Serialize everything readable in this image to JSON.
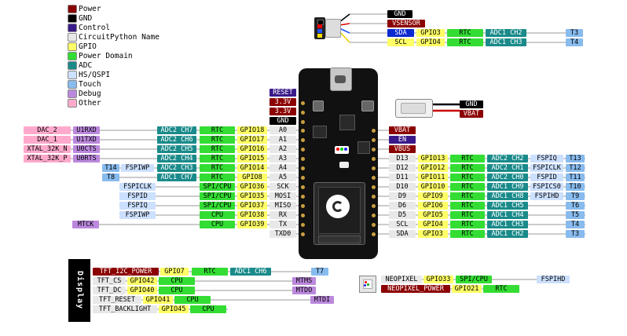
{
  "legend": [
    {
      "label": "Power",
      "color": "#8b0000"
    },
    {
      "label": "GND",
      "color": "#000000"
    },
    {
      "label": "Control",
      "color": "#3a1a8a"
    },
    {
      "label": "CircuitPython Name",
      "color": "#e8e8e8"
    },
    {
      "label": "GPIO",
      "color": "#ffff66"
    },
    {
      "label": "Power Domain",
      "color": "#33dd33"
    },
    {
      "label": "ADC",
      "color": "#1a8a8a"
    },
    {
      "label": "HS/QSPI",
      "color": "#cce0ff"
    },
    {
      "label": "Touch",
      "color": "#88bbee"
    },
    {
      "label": "Debug",
      "color": "#bb88dd"
    },
    {
      "label": "Other",
      "color": "#ffaacc"
    }
  ],
  "stemma": {
    "GND": "GND",
    "VSENSOR": "VSENSOR",
    "SDA": [
      "SDA",
      "GPIO3",
      "RTC",
      "ADC1 CH2",
      "T3"
    ],
    "SCL": [
      "SCL",
      "GPIO4",
      "RTC",
      "ADC1 CH3",
      "T4"
    ]
  },
  "battery": {
    "GND": "GND",
    "VBAT": "VBAT"
  },
  "left_header": [
    "RESET",
    "3.3V",
    "3.3V",
    "GND"
  ],
  "left_rows": [
    {
      "name": "A0",
      "gpio": "GPIO18",
      "pd": "RTC",
      "adc": "ADC2 CH7",
      "extra": "U1RXD",
      "other": "DAC_2"
    },
    {
      "name": "A1",
      "gpio": "GPIO17",
      "pd": "RTC",
      "adc": "ADC2 CH6",
      "extra": "U1TXD",
      "other": "DAC_1"
    },
    {
      "name": "A2",
      "gpio": "GPIO16",
      "pd": "RTC",
      "adc": "ADC2 CH5",
      "extra": "U0CTS",
      "other": "XTAL_32K_N"
    },
    {
      "name": "A3",
      "gpio": "GPIO15",
      "pd": "RTC",
      "adc": "ADC2 CH4",
      "extra": "U0RTS",
      "other": "XTAL_32K_P"
    },
    {
      "name": "A4",
      "gpio": "GPIO14",
      "pd": "RTC",
      "adc": "ADC2 CH3",
      "qspi": "FSPIWP",
      "touch": "T14"
    },
    {
      "name": "A5",
      "gpio": "GPIO8",
      "pd": "RTC",
      "adc": "ADC1 CH7",
      "touch": "T8"
    },
    {
      "name": "SCK",
      "gpio": "GPIO36",
      "pd": "SPI/CPU",
      "qspi": "FSPICLK"
    },
    {
      "name": "MOSI",
      "gpio": "GPIO35",
      "pd": "SPI/CPU",
      "qspi": "FSPID"
    },
    {
      "name": "MISO",
      "gpio": "GPIO37",
      "pd": "SPI/CPU",
      "qspi": "FSPIQ"
    },
    {
      "name": "RX",
      "gpio": "GPIO38",
      "pd": "CPU",
      "qspi": "FSPIWP"
    },
    {
      "name": "TX",
      "gpio": "GPIO39",
      "pd": "CPU",
      "debug": "MTCK"
    },
    {
      "name": "TXD0"
    }
  ],
  "right_top": [
    "VBAT",
    "EN",
    "VBUS"
  ],
  "right_rows": [
    {
      "name": "D13",
      "gpio": "GPIO13",
      "pd": "RTC",
      "adc": "ADC2 CH2",
      "qspi": "FSPIQ",
      "touch": "T13"
    },
    {
      "name": "D12",
      "gpio": "GPIO12",
      "pd": "RTC",
      "adc": "ADC2 CH1",
      "qspi": "FSPICLK",
      "touch": "T12"
    },
    {
      "name": "D11",
      "gpio": "GPIO11",
      "pd": "RTC",
      "adc": "ADC2 CH0",
      "qspi": "FSPID",
      "touch": "T11"
    },
    {
      "name": "D10",
      "gpio": "GPIO10",
      "pd": "RTC",
      "adc": "ADC1 CH9",
      "qspi": "FSPICS0",
      "touch": "T10"
    },
    {
      "name": "D9",
      "gpio": "GPIO9",
      "pd": "RTC",
      "adc": "ADC1 CH8",
      "qspi": "FSPIHD",
      "touch": "T9"
    },
    {
      "name": "D6",
      "gpio": "GPIO6",
      "pd": "RTC",
      "adc": "ADC1 CH5",
      "touch": "T6"
    },
    {
      "name": "D5",
      "gpio": "GPIO5",
      "pd": "RTC",
      "adc": "ADC1 CH4",
      "touch": "T5"
    },
    {
      "name": "SCL",
      "gpio": "GPIO4",
      "pd": "RTC",
      "adc": "ADC1 CH3",
      "touch": "T4"
    },
    {
      "name": "SDA",
      "gpio": "GPIO3",
      "pd": "RTC",
      "adc": "ADC1 CH2",
      "touch": "T3"
    }
  ],
  "display": {
    "title": "Display",
    "rows": [
      {
        "name": "TFT_I2C_POWER",
        "gpio": "GPIO7",
        "pd": "RTC",
        "adc": "ADC1 CH6",
        "touch": "T7"
      },
      {
        "name": "TFT_CS",
        "gpio": "GPIO42",
        "pd": "CPU",
        "debug": "MTMS"
      },
      {
        "name": "TFT_DC",
        "gpio": "GPIO40",
        "pd": "CPU",
        "debug": "MTDO"
      },
      {
        "name": "TFT_RESET",
        "gpio": "GPIO41",
        "pd": "CPU",
        "debug": "MTDI"
      },
      {
        "name": "TFT_BACKLIGHT",
        "gpio": "GPIO45",
        "pd": "CPU"
      }
    ]
  },
  "neopixel": [
    {
      "name": "NEOPIXEL",
      "gpio": "GPIO33",
      "pd": "SPI/CPU",
      "qspi": "FSPIHD"
    },
    {
      "name": "NEOPIXEL_POWER",
      "gpio": "GPIO21",
      "pd": "RTC"
    }
  ]
}
